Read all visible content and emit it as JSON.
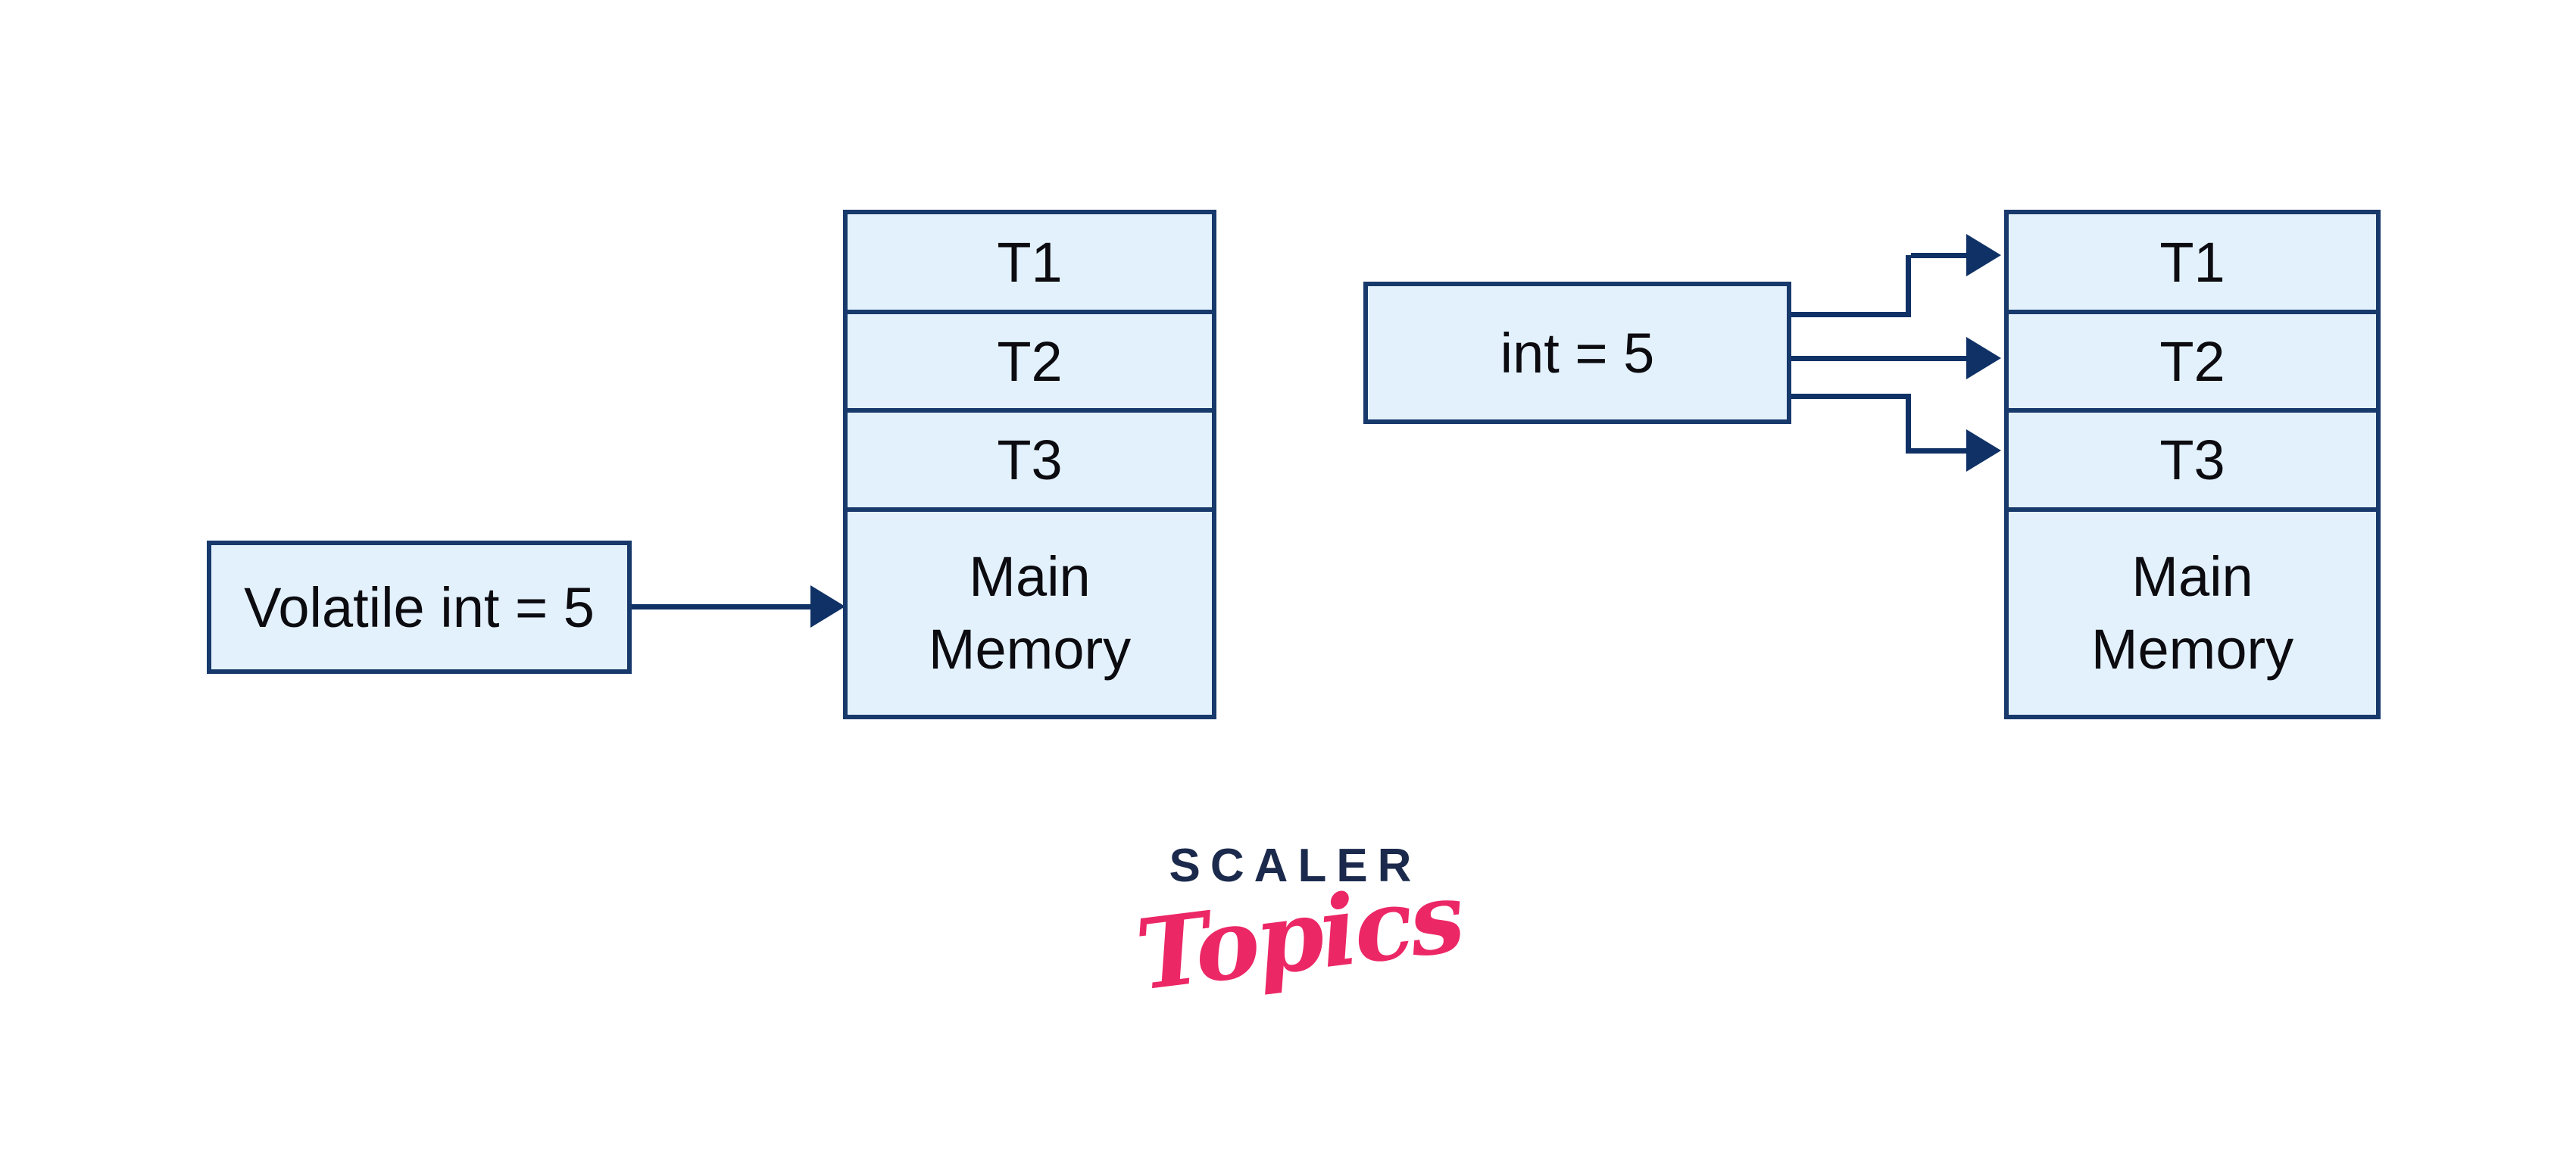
{
  "diagram": {
    "left": {
      "source_box": {
        "label": "Volatile int = 5"
      },
      "stack": {
        "threads": [
          "T1",
          "T2",
          "T3"
        ],
        "main_label": "Main\nMemory"
      }
    },
    "right": {
      "source_box": {
        "label": "int = 5"
      },
      "stack": {
        "threads": [
          "T1",
          "T2",
          "T3"
        ],
        "main_label": "Main\nMemory"
      }
    }
  },
  "logo": {
    "brand": "SCALER",
    "sub": "Topics"
  },
  "colors": {
    "box_fill": "#e3f1fc",
    "box_border": "#17396b",
    "arrow": "#0f3166",
    "label_text": "#0b0b10",
    "brand_navy": "#1b2a4c",
    "brand_pink": "#ec2766"
  }
}
